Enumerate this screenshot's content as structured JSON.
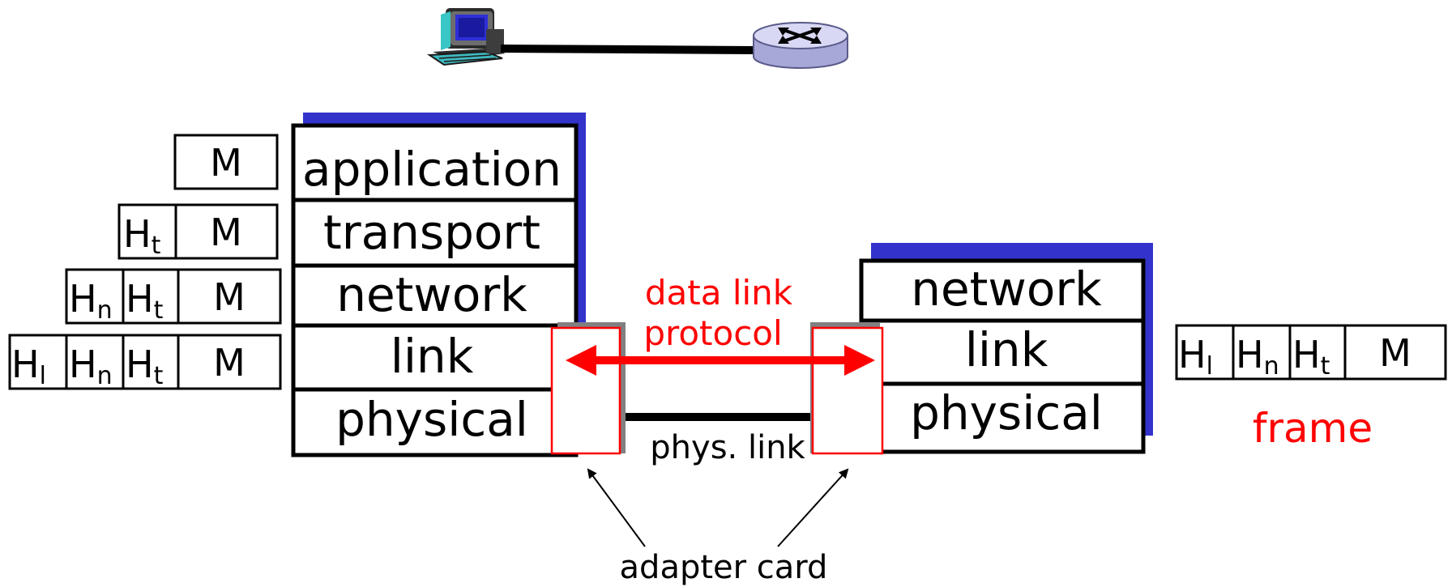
{
  "colors": {
    "stack_shadow": "#3333cc",
    "arrow": "#ff0000",
    "adapter_border": "#ff0000",
    "adapter_shadow": "#808080",
    "router_fill": "#d8d8f4",
    "line": "#000000"
  },
  "icons": {
    "host": "desktop-computer-icon",
    "router": "router-icon"
  },
  "host_stack": {
    "layers": [
      "application",
      "transport",
      "network",
      "link",
      "physical"
    ]
  },
  "router_stack": {
    "layers": [
      "network",
      "link",
      "physical"
    ]
  },
  "encapsulation": {
    "application": {
      "message": "M"
    },
    "transport": {
      "transport_header": "H",
      "transport_sub": "t",
      "message": "M"
    },
    "network": {
      "network_header": "H",
      "network_sub": "n",
      "transport_header": "H",
      "transport_sub": "t",
      "message": "M"
    },
    "link": {
      "link_header": "H",
      "link_sub": "l",
      "network_header": "H",
      "network_sub": "n",
      "transport_header": "H",
      "transport_sub": "t",
      "message": "M"
    }
  },
  "frame": {
    "link_header": "H",
    "link_sub": "l",
    "network_header": "H",
    "network_sub": "n",
    "transport_header": "H",
    "transport_sub": "t",
    "message": "M",
    "label": "frame"
  },
  "labels": {
    "protocol_line1": "data link",
    "protocol_line2": "protocol",
    "phys_link": "phys. link",
    "adapter_card": "adapter card"
  }
}
